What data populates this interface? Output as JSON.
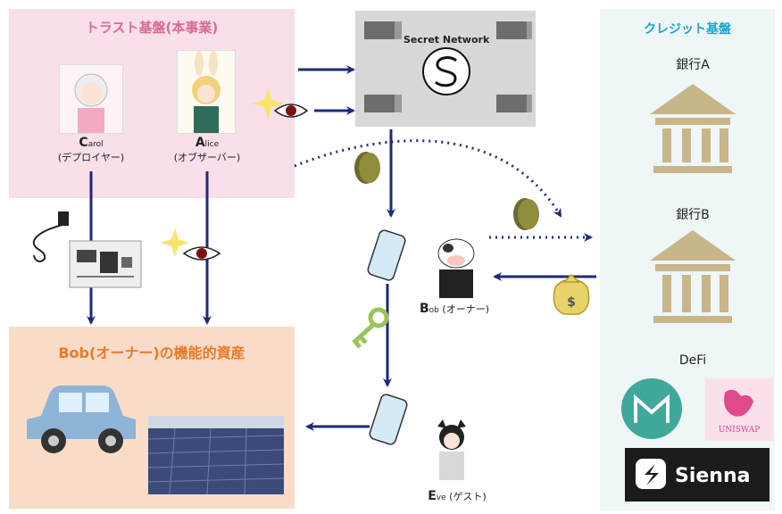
{
  "trust": {
    "title": "トラスト基盤(本事業)"
  },
  "asset": {
    "title": "Bob(オーナー)の機能的資産"
  },
  "credit": {
    "title": "クレジット基盤",
    "bank_a": "銀行A",
    "bank_b": "銀行B",
    "defi": "DeFi",
    "uniswap": "UNISWAP",
    "sienna": "Sienna"
  },
  "network": {
    "label": "Secret Network"
  },
  "people": {
    "carol": {
      "initial": "C",
      "rest": "arol",
      "role": "(デプロイヤー)"
    },
    "alice": {
      "initial": "A",
      "rest": "lice",
      "role": "(オブザーバー)"
    },
    "bob": {
      "initial": "B",
      "rest": "ob",
      "role": "(オーナー)"
    },
    "eve": {
      "initial": "E",
      "rest": "ve",
      "role": "(ゲスト)"
    }
  },
  "colors": {
    "arrow": "#1f2a78",
    "trust_bg": "#f8dfe9",
    "asset_bg": "#f9dcc7",
    "credit_bg": "#eef6f6",
    "trust_title": "#d96a97",
    "asset_title": "#e77a2c",
    "credit_title": "#1aa6cf"
  },
  "icons": {
    "network_logo": "secret-network-logo",
    "coin": "coin-icon",
    "key": "key-icon",
    "money_bag": "money-bag-icon",
    "phone": "smartphone-icon",
    "bank": "bank-icon",
    "eye": "eye-icon",
    "sparkle": "sparkle-icon",
    "car": "car-icon",
    "solar": "solar-panel-image",
    "hardware": "iot-device-icon",
    "cable": "power-cable-icon"
  }
}
